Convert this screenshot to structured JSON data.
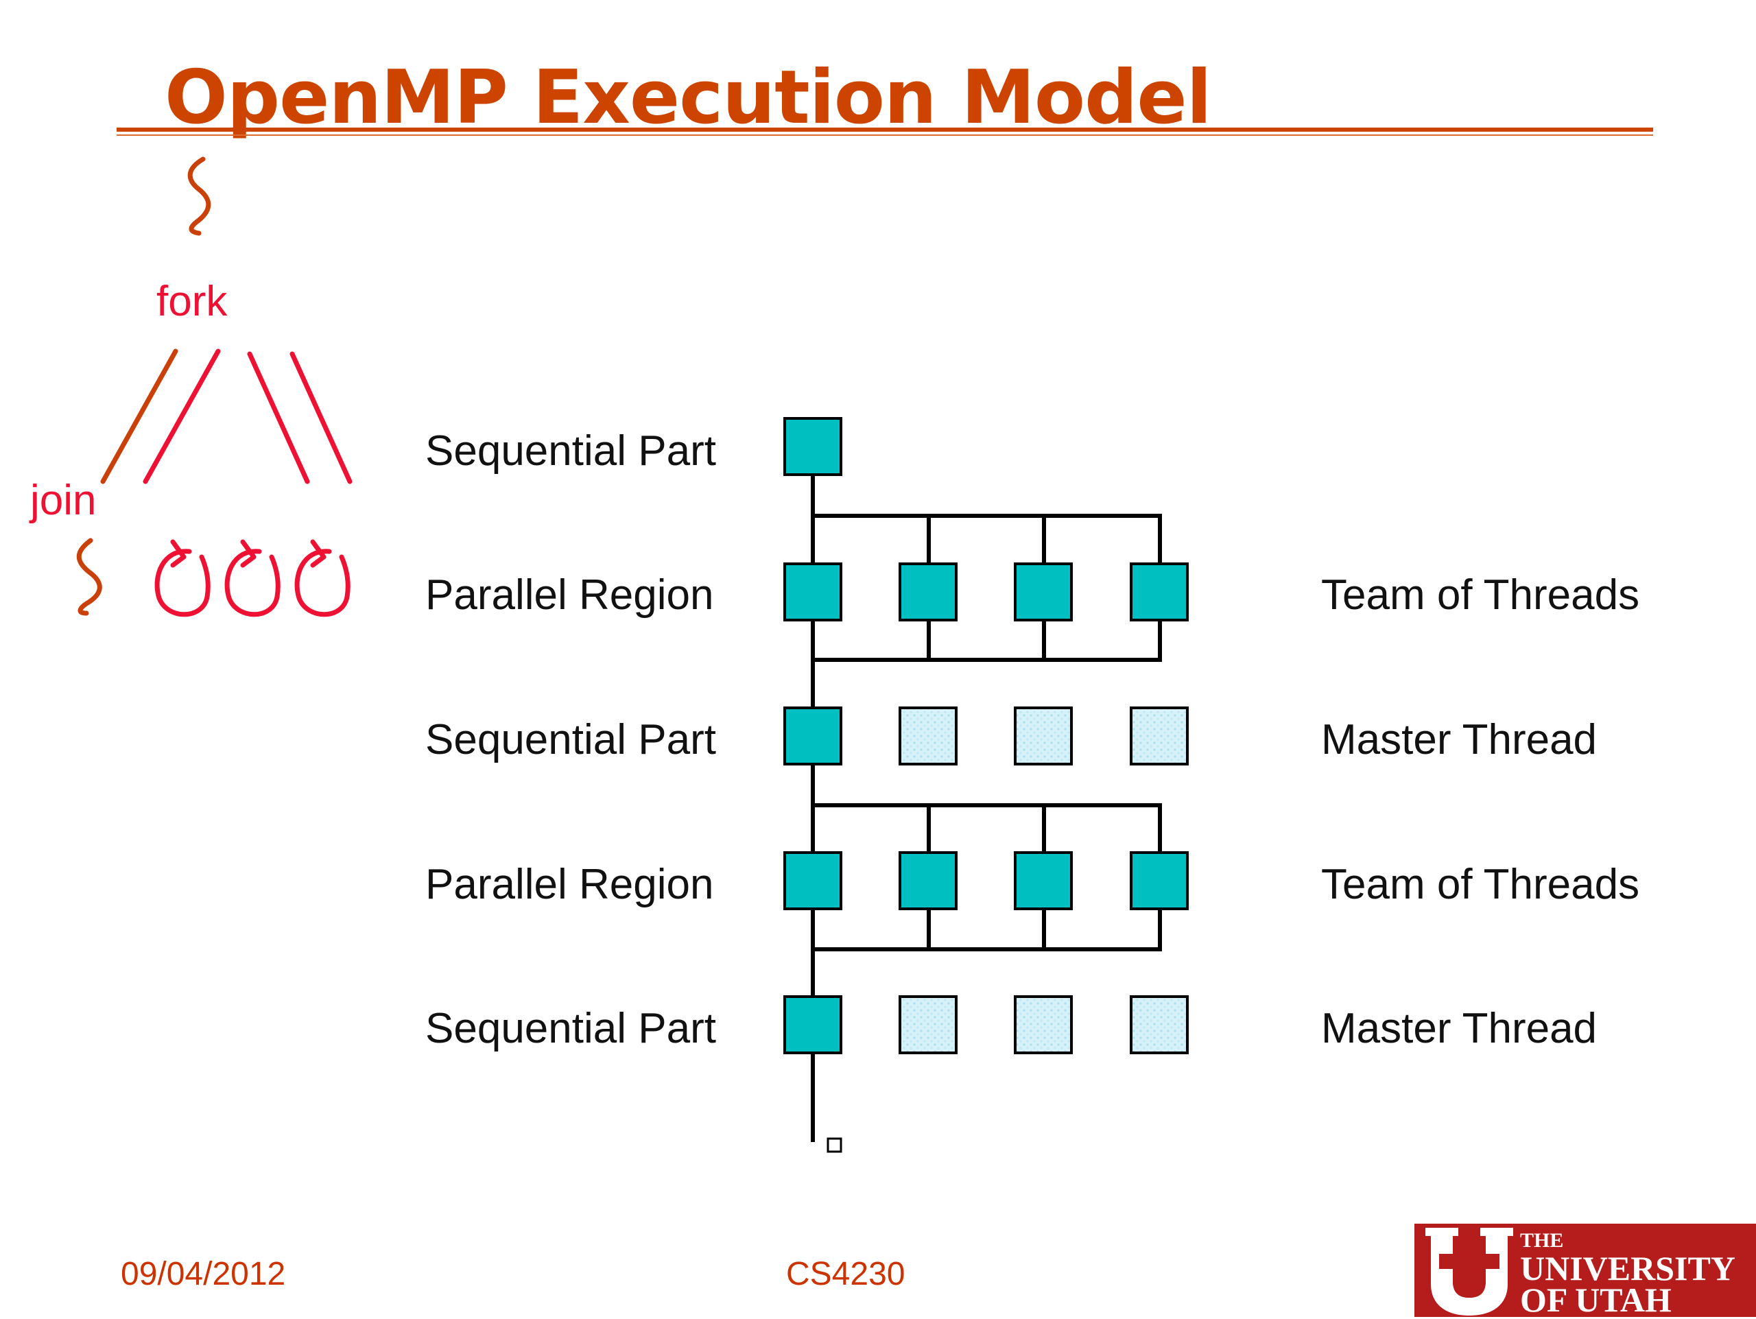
{
  "slide": {
    "title": "OpenMP Execution Model"
  },
  "annotations": {
    "fork": "fork",
    "join": "join"
  },
  "diagram": {
    "rows": [
      {
        "left": "Sequential Part",
        "right": "",
        "threads": 1,
        "active": [
          true
        ]
      },
      {
        "left": "Parallel Region",
        "right": "Team of Threads",
        "threads": 4,
        "active": [
          true,
          true,
          true,
          true
        ]
      },
      {
        "left": "Sequential Part",
        "right": "Master Thread",
        "threads": 4,
        "active": [
          true,
          false,
          false,
          false
        ]
      },
      {
        "left": "Parallel Region",
        "right": "Team of Threads",
        "threads": 4,
        "active": [
          true,
          true,
          true,
          true
        ]
      },
      {
        "left": "Sequential Part",
        "right": "Master Thread",
        "threads": 4,
        "active": [
          true,
          false,
          false,
          false
        ]
      }
    ],
    "colors": {
      "active_thread": "#00bfc0",
      "idle_thread": "#d6f1f8",
      "line": "#000000",
      "handwriting": "#ee1133",
      "handwriting_dark": "#c94008"
    }
  },
  "footer": {
    "date": "09/04/2012",
    "course": "CS4230"
  },
  "logo": {
    "the": "THE",
    "university": "UNIVERSITY",
    "of_utah": "OF UTAH"
  }
}
